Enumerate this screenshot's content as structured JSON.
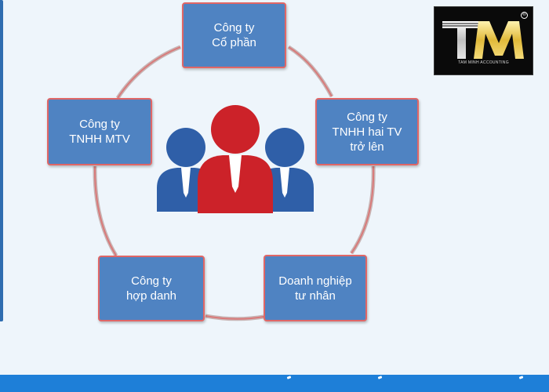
{
  "nodes": {
    "top": [
      "Công ty",
      "Cổ phần"
    ],
    "right": [
      "Công ty",
      "TNHH hai TV",
      "trở lên"
    ],
    "bottom_right": [
      "Doanh nghiệp",
      "tư nhân"
    ],
    "bottom_left": [
      "Công ty",
      "hợp danh"
    ],
    "left": [
      "Công ty",
      "TNHH MTV"
    ]
  },
  "center_icon": "people-group-icon",
  "logo": {
    "text": "TAM MINH ACCOUNTING",
    "registered": "®"
  },
  "colors": {
    "node_fill": "#4f83c2",
    "node_border": "#e06666",
    "ring": "#d98b8b",
    "person_center": "#cc2229",
    "person_side": "#2f5fa8",
    "bottom_bar": "#1e7fd8"
  }
}
